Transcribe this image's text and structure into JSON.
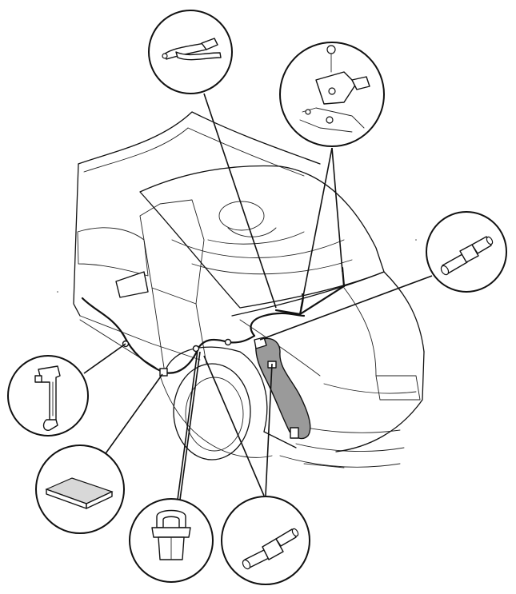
{
  "diagram": {
    "kind": "windshield washer hose routing illustration",
    "callouts": [
      {
        "id": "top-left",
        "part": "washer-hose-tube-icon"
      },
      {
        "id": "top-right",
        "part": "washer-nozzle-mount-icon"
      },
      {
        "id": "right",
        "part": "hose-joint-icon"
      },
      {
        "id": "left",
        "part": "hose-clip-icon"
      },
      {
        "id": "bottom-left",
        "part": "foam-pad-icon"
      },
      {
        "id": "bottom-center",
        "part": "hose-clamp-icon"
      },
      {
        "id": "bottom-right",
        "part": "hose-check-valve-icon"
      }
    ]
  }
}
